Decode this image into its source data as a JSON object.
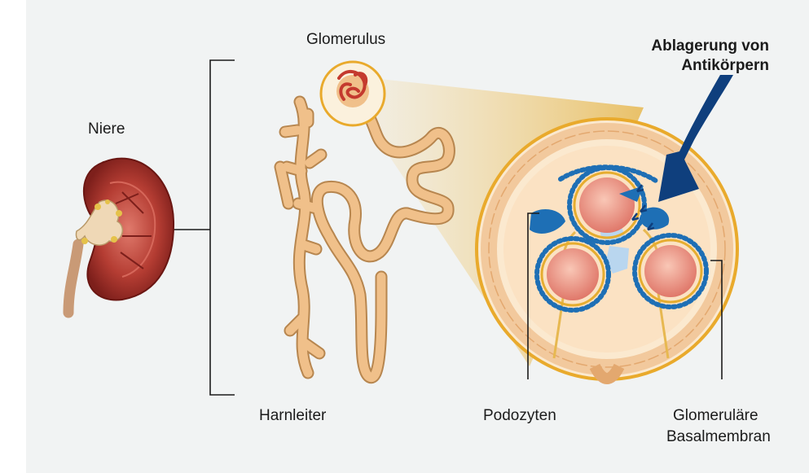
{
  "labels": {
    "kidney": "Niere",
    "glomerulus": "Glomerulus",
    "ureter": "Harnleiter",
    "podocytes": "Podozyten",
    "gbm_line1": "Glomeruläre",
    "gbm_line2": "Basalmembran",
    "antibody_line1": "Ablagerung von",
    "antibody_line2": "Antikörpern"
  },
  "colors": {
    "background": "#f1f3f3",
    "tubule": "#f0c08a",
    "tubule_edge": "#b7864f",
    "kidney_cortex": "#a8332b",
    "capillary": "#ef9c8e",
    "podocyte": "#1e6fb5",
    "basement_membrane": "#e6ad30",
    "circle_border": "#e9aa2c",
    "arrow": "#0f3f7d",
    "outline": "#1b1b1b"
  },
  "icons": [
    "kidney-illustration",
    "nephron-illustration",
    "glomerulus-cross-section",
    "antibody-arrow"
  ]
}
